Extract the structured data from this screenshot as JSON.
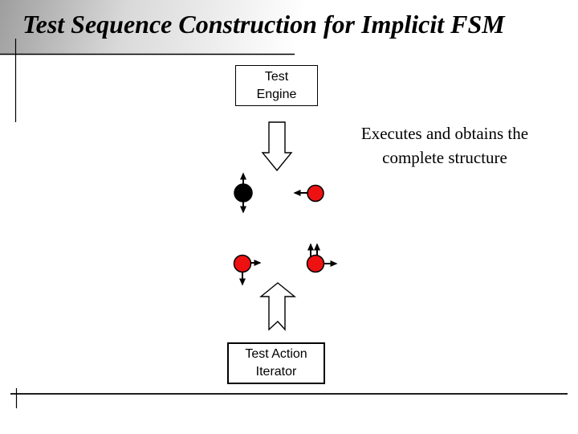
{
  "slide": {
    "title": "Test Sequence Construction for Implicit FSM",
    "engine_box": {
      "label": "Test\nEngine"
    },
    "iterator_box": {
      "label": "Test Action\nIterator"
    },
    "annotation": {
      "text": "Executes and obtains the\ncomplete structure"
    },
    "colors": {
      "node_red": "#ee1111",
      "node_black": "#000000",
      "line_black": "#000000",
      "header_gradient_gray": "#9e9e9e"
    }
  }
}
